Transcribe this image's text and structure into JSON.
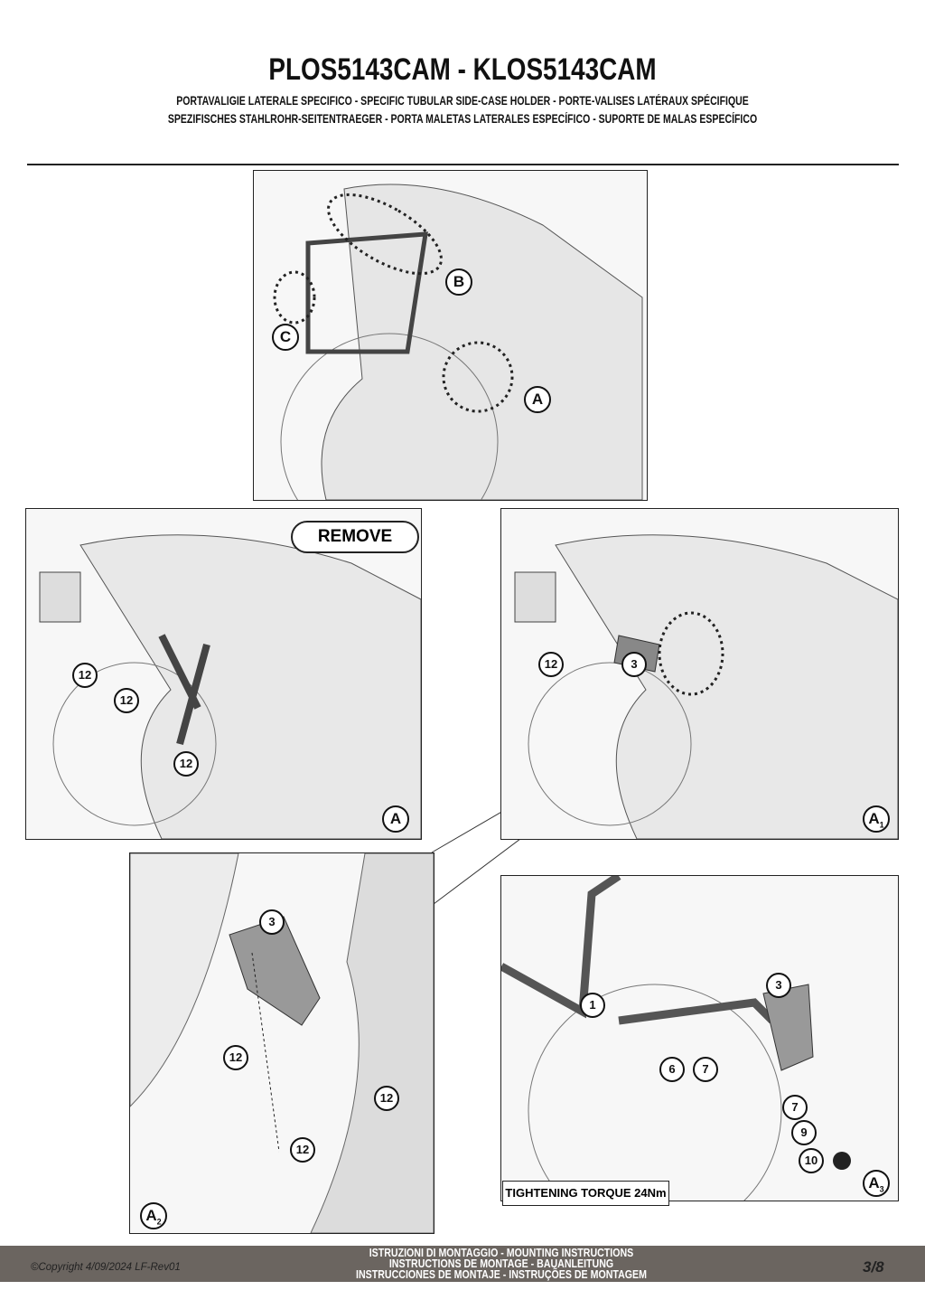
{
  "header": {
    "title": "PLOS5143CAM - KLOS5143CAM",
    "subtitle_line1": "PORTAVALIGIE LATERALE SPECIFICO  -  SPECIFIC TUBULAR SIDE-CASE HOLDER  - PORTE-VALISES LATÉRAUX SPÉCIFIQUE",
    "subtitle_line2": "SPEZIFISCHES STAHLROHR-SEITENTRAEGER - PORTA MALETAS LATERALES ESPECÍFICO - SUPORTE DE MALAS ESPECÍFICO"
  },
  "overview": {
    "labels": [
      "B",
      "C",
      "A"
    ]
  },
  "step_a": {
    "remove_label": "REMOVE",
    "callouts": [
      "12",
      "12",
      "12"
    ],
    "label": "A"
  },
  "step_a1": {
    "callouts": [
      "12",
      "3"
    ],
    "label": "A",
    "label_sub": "1"
  },
  "step_a2": {
    "callouts": [
      "3",
      "12",
      "12",
      "12"
    ],
    "label": "A",
    "label_sub": "2"
  },
  "step_a3": {
    "callouts": [
      "1",
      "3",
      "6",
      "7",
      "7",
      "9",
      "10"
    ],
    "label": "A",
    "label_sub": "3",
    "torque": "TIGHTENING TORQUE 24Nm"
  },
  "footer": {
    "line1": "ISTRUZIONI DI MONTAGGIO  -  MOUNTING INSTRUCTIONS",
    "line2": "INSTRUCTIONS DE MONTAGE - BAUANLEITUNG",
    "line3": "INSTRUCCIONES DE MONTAJE - INSTRUÇÕES DE MONTAGEM",
    "copyright": "©Copyright 4/09/2024 LF-Rev01",
    "page": "3/8"
  }
}
